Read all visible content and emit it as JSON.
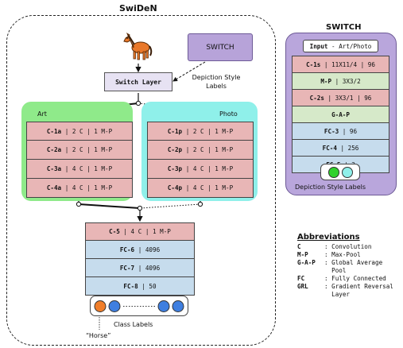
{
  "swiden": {
    "title": "SwiDeN",
    "switch_node": "SWITCH",
    "switch_layer": "Switch Layer",
    "depiction_labels": "Depiction Style\nLabels",
    "art": {
      "label": "Art",
      "layers": [
        {
          "name": "C-1a",
          "rest": " | 2 C | 1 M-P"
        },
        {
          "name": "C-2a",
          "rest": " | 2 C | 1 M-P"
        },
        {
          "name": "C-3a",
          "rest": " | 4 C | 1 M-P"
        },
        {
          "name": "C-4a",
          "rest": " | 4 C | 1 M-P"
        }
      ]
    },
    "photo": {
      "label": "Photo",
      "layers": [
        {
          "name": "C-1p",
          "rest": " | 2 C | 1 M-P"
        },
        {
          "name": "C-2p",
          "rest": " | 2 C | 1 M-P"
        },
        {
          "name": "C-3p",
          "rest": " | 4 C | 1 M-P"
        },
        {
          "name": "C-4p",
          "rest": " | 4 C | 1 M-P"
        }
      ]
    },
    "shared": [
      {
        "name": "C-5",
        "rest": " | 4 C | 1 M-P",
        "color": "#e8b6b6"
      },
      {
        "name": "FC-6",
        "rest": " | 4096",
        "color": "#c6dced"
      },
      {
        "name": "FC-7",
        "rest": " | 4096",
        "color": "#c6dced"
      },
      {
        "name": "FC-8",
        "rest": " | 50",
        "color": "#c6dced"
      }
    ],
    "class_labels": "Class Labels",
    "horse": "“Horse”"
  },
  "switch_panel": {
    "title": "SWITCH",
    "input": {
      "name": "Input",
      "rest": " - Art/Photo"
    },
    "layers": [
      {
        "name": "C-1s",
        "rest": " | 11X11/4 | 96",
        "color": "#e8b6b6"
      },
      {
        "name": "M-P",
        "rest": " | 3X3/2",
        "color": "#d6e9c9"
      },
      {
        "name": "C-2s",
        "rest": " | 3X3/1 | 96",
        "color": "#e8b6b6"
      },
      {
        "name": "G-A-P",
        "rest": "",
        "color": "#d6e9c9"
      },
      {
        "name": "FC-3",
        "rest": " | 96",
        "color": "#c6dced"
      },
      {
        "name": "FC-4",
        "rest": " | 256",
        "color": "#c6dced"
      },
      {
        "name": "FC-5",
        "rest": " | 2",
        "color": "#c6dced"
      }
    ],
    "footer": "Depiction Style Labels"
  },
  "abbreviations": {
    "title": "Abbreviations",
    "items": [
      {
        "key": "C",
        "desc": ": Convolution"
      },
      {
        "key": "M-P",
        "desc": ": Max-Pool"
      },
      {
        "key": "G-A-P",
        "desc": ": Global Average\n  Pool"
      },
      {
        "key": "FC",
        "desc": ": Fully Connected"
      },
      {
        "key": "GRL",
        "desc": ": Gradient Reversal\n  Layer"
      }
    ]
  },
  "colors": {
    "conv": "#e8b6b6",
    "fc": "#c6dced",
    "pool": "#d6e9c9",
    "art_bg": "#8fea8a",
    "photo_bg": "#8ff0ea",
    "switch_node": "#b7a3d9",
    "switch_panel": "#b9a6dc",
    "orange": "#f07e2a",
    "blue": "#3f7fe0"
  }
}
